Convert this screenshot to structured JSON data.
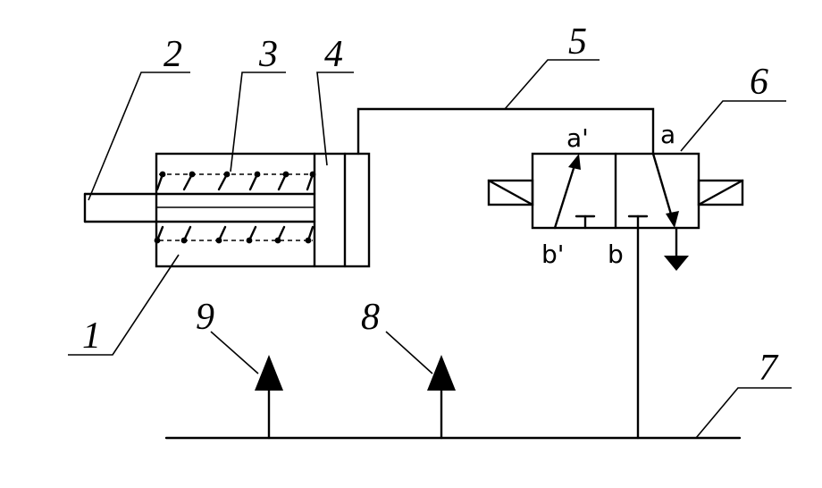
{
  "callouts": {
    "c1": "1",
    "c2": "2",
    "c3": "3",
    "c4": "4",
    "c5": "5",
    "c6": "6",
    "c7": "7",
    "c8": "8",
    "c9": "9"
  },
  "ports": {
    "a": "a",
    "a_prime": "a'",
    "b": "b",
    "b_prime": "b'"
  }
}
